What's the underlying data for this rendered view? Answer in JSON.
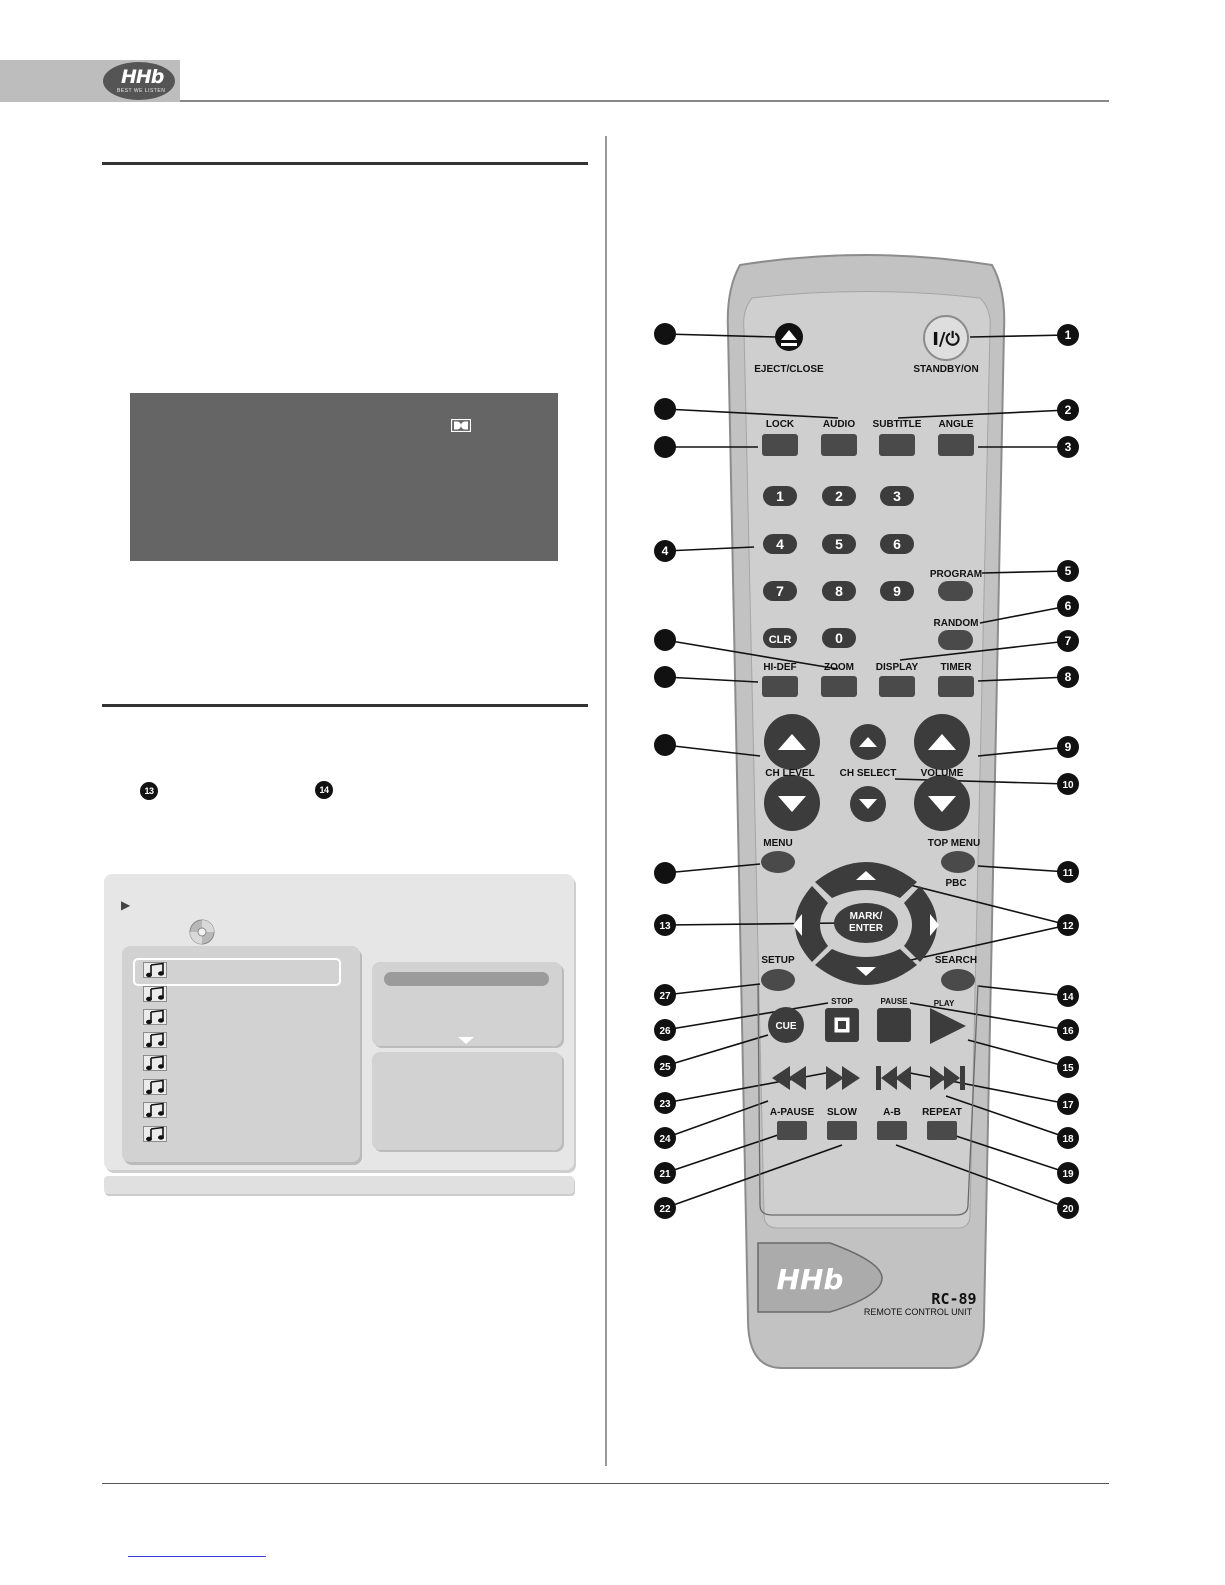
{
  "header": {
    "logo_text": "HHb",
    "logo_tagline": "BEST WE LISTEN"
  },
  "panel_2": {
    "refs": [
      "13",
      "14"
    ]
  },
  "remote": {
    "model": "RC-89",
    "subtitle": "REMOTE CONTROL UNIT",
    "brand": "HHb",
    "standby_glyph": "I/⏻",
    "enter_label_line1": "MARK/",
    "enter_label_line2": "ENTER",
    "labels": {
      "eject": "EJECT/CLOSE",
      "standby": "STANDBY/ON",
      "lock": "LOCK",
      "audio": "AUDIO",
      "subtitle": "SUBTITLE",
      "angle": "ANGLE",
      "program": "PROGRAM",
      "random": "RANDOM",
      "hidef": "HI-DEF",
      "zoom": "ZOOM",
      "display": "DISPLAY",
      "timer": "TIMER",
      "ch_level": "CH LEVEL",
      "ch_select": "CH SELECT",
      "volume": "VOLUME",
      "menu": "MENU",
      "top_menu": "TOP MENU",
      "pbc": "PBC",
      "setup": "SETUP",
      "search": "SEARCH",
      "stop": "STOP",
      "pause": "PAUSE",
      "play": "PLAY",
      "cue": "CUE",
      "a_pause": "A-PAUSE",
      "slow": "SLOW",
      "a_b": "A-B",
      "repeat": "REPEAT"
    },
    "digits": [
      "1",
      "2",
      "3",
      "4",
      "5",
      "6",
      "7",
      "8",
      "9",
      "CLR",
      "0"
    ],
    "callouts": [
      "1",
      "2",
      "3",
      "4",
      "5",
      "6",
      "7",
      "8",
      "9",
      "10",
      "11",
      "12",
      "13",
      "14",
      "15",
      "16",
      "17",
      "18",
      "19",
      "20",
      "21",
      "22",
      "23",
      "24",
      "25",
      "26",
      "27"
    ]
  }
}
